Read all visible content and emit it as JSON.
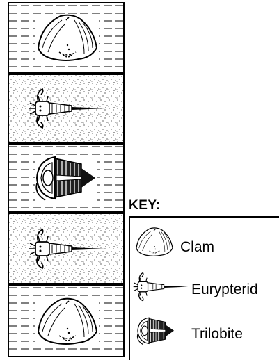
{
  "key": {
    "title": "KEY:",
    "items": [
      {
        "label": "Clam",
        "icon": "clam-icon"
      },
      {
        "label": "Eurypterid",
        "icon": "eurypterid-icon"
      },
      {
        "label": "Trilobite",
        "icon": "trilobite-icon"
      }
    ]
  },
  "column": {
    "layers": [
      {
        "rock": "shale",
        "fossil": "clam"
      },
      {
        "rock": "sandstone",
        "fossil": "eurypterid"
      },
      {
        "rock": "shale",
        "fossil": "trilobite"
      },
      {
        "rock": "sandstone",
        "fossil": "eurypterid"
      },
      {
        "rock": "shale",
        "fossil": "clam"
      }
    ]
  }
}
